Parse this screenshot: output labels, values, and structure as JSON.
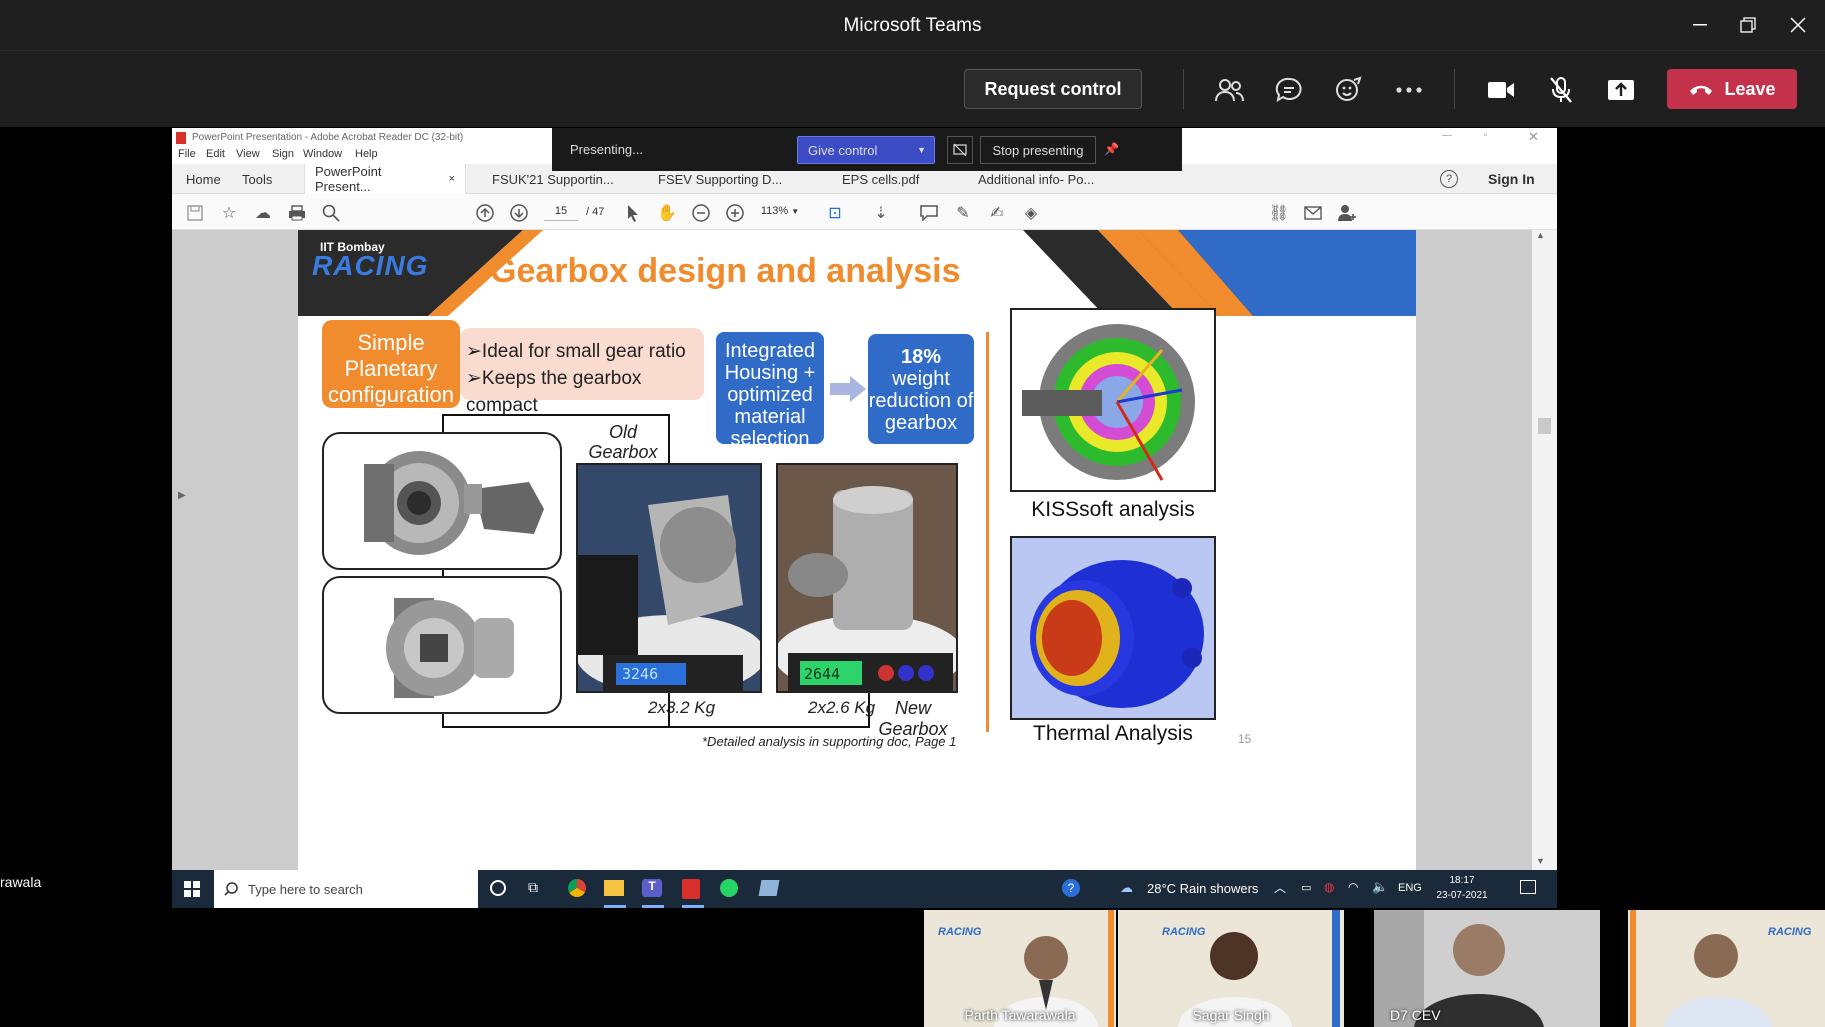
{
  "teams": {
    "window_title": "Microsoft Teams",
    "request_control": "Request control",
    "leave": "Leave",
    "side_name": "rawala",
    "icons": [
      "participants-icon",
      "chat-icon",
      "reactions-icon",
      "more-icon",
      "camera-icon",
      "mic-muted-icon",
      "share-icon"
    ],
    "leave_color": "#c4314b"
  },
  "acrobat": {
    "title": "PowerPoint Presentation - Adobe Acrobat Reader DC (32-bit)",
    "menu": [
      "File",
      "Edit",
      "View",
      "Sign",
      "Window",
      "Help"
    ],
    "nav": {
      "home": "Home",
      "tools": "Tools"
    },
    "tabs": [
      "PowerPoint Present...",
      "FSUK'21 Supportin...",
      "FSEV Supporting D...",
      "EPS cells.pdf",
      "Additional info- Po..."
    ],
    "tab_close": "×",
    "sign_in": "Sign In",
    "page_current": "15",
    "page_total": "/ 47",
    "zoom": "113%"
  },
  "presenting": {
    "status": "Presenting...",
    "give_control": "Give control",
    "stop": "Stop presenting"
  },
  "slide": {
    "logo_top": "IIT Bombay",
    "logo_main": "RACING",
    "title": "Gearbox design and analysis",
    "planetary": "Simple Planetary configuration",
    "bullets": [
      "➢Ideal for small gear ratio",
      "➢Keeps the gearbox compact"
    ],
    "housing": "Integrated Housing + optimized material selection",
    "weight_pct": "18%",
    "weight_text": "weight reduction of gearbox",
    "old_label": "Old Gearbox",
    "new_label": "New Gearbox",
    "old_weight": "2x3.2 Kg",
    "new_weight": "2x2.6 Kg",
    "scale_old": "3246",
    "scale_new": "2644",
    "kisssoft": "KISSsoft analysis",
    "thermal": "Thermal Analysis",
    "footnote": "*Detailed analysis in supporting doc, Page 1",
    "page_no": "15",
    "colors": {
      "orange": "#f08b2e",
      "blue": "#2f6bc7",
      "title_orange": "#f08b2e"
    }
  },
  "taskbar": {
    "search": "Type here to search",
    "weather": "28°C  Rain showers",
    "lang": "ENG",
    "time": "18:17",
    "date": "23-07-2021"
  },
  "participants": [
    {
      "name": "Parth Tawarawala"
    },
    {
      "name": "Sagar Singh"
    },
    {
      "name": "D7 CEV"
    },
    {
      "name": ""
    }
  ]
}
